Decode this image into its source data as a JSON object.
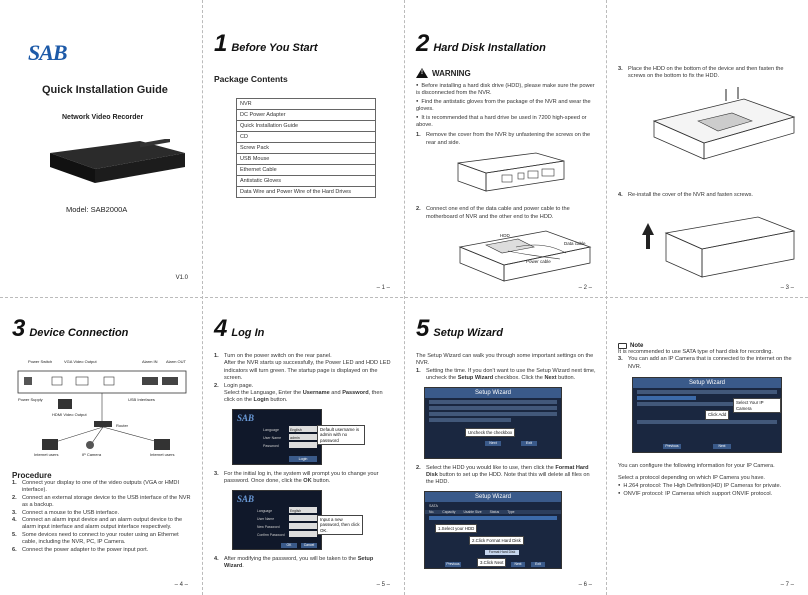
{
  "panel1": {
    "logo": "SAB",
    "title": "Quick Installation Guide",
    "subtitle": "Network Video Recorder",
    "model": "Model: SAB2000A",
    "version": "V1.0"
  },
  "panel2": {
    "section_num": "1",
    "section_title": "Before You Start",
    "heading": "Package Contents",
    "items": [
      "NVR",
      "DC Power Adapter",
      "Quick Installation Guide",
      "CD",
      "Screw Pack",
      "USB Mouse",
      "Ethernet Cable",
      "Antistatic Gloves",
      "Data Wire and Power Wire of the Hard Drives"
    ],
    "page": "– 1 –"
  },
  "panel3": {
    "section_num": "2",
    "section_title": "Hard Disk Installation",
    "warning_label": "WARNING",
    "warnings": [
      "Before installing a hard disk drive (HDD), please make sure the power is disconnected from the NVR.",
      "Find the antistatic gloves from the package of the NVR and wear the gloves.",
      "It is recommended that a hard drive be used in 7200 high-speed or above."
    ],
    "step1_num": "1.",
    "step1": "Remove the cover from the NVR by unfastening the screws on the rear and side.",
    "step2_num": "2.",
    "step2": "Connect one end of the data cable and power cable to the motherboard of NVR and the other end to the HDD.",
    "hdd_label": "HDD",
    "data_cable": "Data cable",
    "power_cable": "Power cable",
    "page": "– 2 –"
  },
  "panel4": {
    "step3_num": "3.",
    "step3": "Place the HDD on the bottom of the device and then fasten the screws on the bottom to fix the HDD.",
    "step4_num": "4.",
    "step4": "Re-install the cover of the NVR and fasten screws.",
    "page": "– 3 –"
  },
  "panel5": {
    "section_num": "3",
    "section_title": "Device Connection",
    "labels": {
      "power_switch": "Power Switch",
      "vga": "VGA Video Output",
      "alarm_in": "Alarm IN",
      "alarm_out": "Alarm OUT",
      "power_supply": "Power Supply",
      "usb": "USB Interfaces",
      "hdmi": "HDMI Video Output",
      "router": "Router",
      "internet_users1": "Internet users",
      "ip_camera": "IP Camera",
      "internet_users2": "Internet users"
    },
    "procedure_h": "Procedure",
    "steps": [
      {
        "n": "1.",
        "t": "Connect your display to one of the video outputs (VGA or HMDI interface)."
      },
      {
        "n": "2.",
        "t": "Connect an external storage device to the USB interface of the NVR as a backup."
      },
      {
        "n": "3.",
        "t": "Connect a mouse to the USB interface."
      },
      {
        "n": "4.",
        "t": "Connect an alarm input device and an alarm output device to the alarm input interface and alarm output interface respectively."
      },
      {
        "n": "5.",
        "t": "Some devices need to connect to your router using an Ethernet cable, including the NVR, PC, IP Camera."
      },
      {
        "n": "6.",
        "t": "Connect the power adapter to the power input port."
      }
    ],
    "page": "– 4 –"
  },
  "panel6": {
    "section_num": "4",
    "section_title": "Log In",
    "s1_num": "1.",
    "s1a": "Turn on the power switch on the rear panel.",
    "s1b": "After the NVR starts up successfully, the Power LED and HDD LED indicators will turn green. The startup page is displayed on the screen.",
    "s2_num": "2.",
    "s2a": "Login page.",
    "s2b_pre": "Select the Language, Enter the ",
    "s2b_user": "Username",
    "s2b_and": " and ",
    "s2b_pass": "Password",
    "s2b_then": ", then click on the ",
    "s2b_login": "Login",
    "s2b_end": " button.",
    "login": {
      "logo": "SAB",
      "language": "Language",
      "lang_val": "English",
      "user": "User Name",
      "user_val": "admin",
      "password": "Password",
      "button": "Login",
      "callout": "Default username is admin with no password"
    },
    "s3_num": "3.",
    "s3_pre": "For the initial log in, the system will prompt you to change your password. Once done, click the ",
    "s3_ok": "OK",
    "s3_end": " button.",
    "pw": {
      "logo": "SAB",
      "language": "Language",
      "lang_val": "English",
      "user": "User Name",
      "new_pw": "New Password",
      "confirm": "Confirm Password",
      "ok": "OK",
      "cancel": "Cancel",
      "callout": "Input a new password, then click OK."
    },
    "s4_num": "4.",
    "s4_pre": "After modifying the password, you will be taken to the ",
    "s4_sw": "Setup Wizard",
    "s4_end": ".",
    "page": "– 5 –"
  },
  "panel7": {
    "section_num": "5",
    "section_title": "Setup Wizard",
    "intro": "The Setup Wizard can walk you through some important settings on the NVR.",
    "s1_num": "1.",
    "s1_pre": "Setting the time. If you don't want to use the Setup Wizard next time, uncheck the ",
    "s1_sw": "Setup Wizard",
    "s1_mid": " checkbox. Click the ",
    "s1_next": "Next",
    "s1_end": " button.",
    "wiz1": {
      "title": "Setup Wizard",
      "callout": "Uncheck the checkbox",
      "next": "Next",
      "exit": "Exit"
    },
    "s2_num": "2.",
    "s2_pre": "Select the HDD you would like to use, then click the ",
    "s2_fmt": "Format Hard Disk",
    "s2_end": " button to set up the HDD. Note that this will delete all files on the HDD.",
    "wiz2": {
      "title": "Setup Wizard",
      "sata": "SATA",
      "c1": "No.",
      "c2": "Capacity",
      "c3": "Usable Size",
      "c4": "Status",
      "c5": "Type",
      "select": "1.Select your HDD",
      "fmt": "2.Click Format Hard Disk",
      "fmt_btn": "Format Hard Disk",
      "next_call": "3.Click Next",
      "prev": "Previous",
      "next": "Next",
      "exit": "Exit"
    },
    "page": "– 6 –"
  },
  "panel8": {
    "note_label": "Note",
    "note": "It is recommended to use SATA type of hard disk for recording.",
    "s3_num": "3.",
    "s3": "You can add an IP Camera that is connected to the internet on the NVR.",
    "wiz": {
      "title": "Setup Wizard",
      "callout_sel": "Select Your IP Camera",
      "callout_add": "Click Add",
      "prev": "Previous",
      "next": "Next"
    },
    "info": "You can configure the following information for your IP Camera.",
    "proto": "Select a protocol depending on which IP Camera you have.",
    "b1": "H.264 protocol: The High Definition(HD) IP Cameras for private.",
    "b2": "ONVIF protocol: IP Cameras which support ONVIF protocol.",
    "page": "– 7 –"
  }
}
